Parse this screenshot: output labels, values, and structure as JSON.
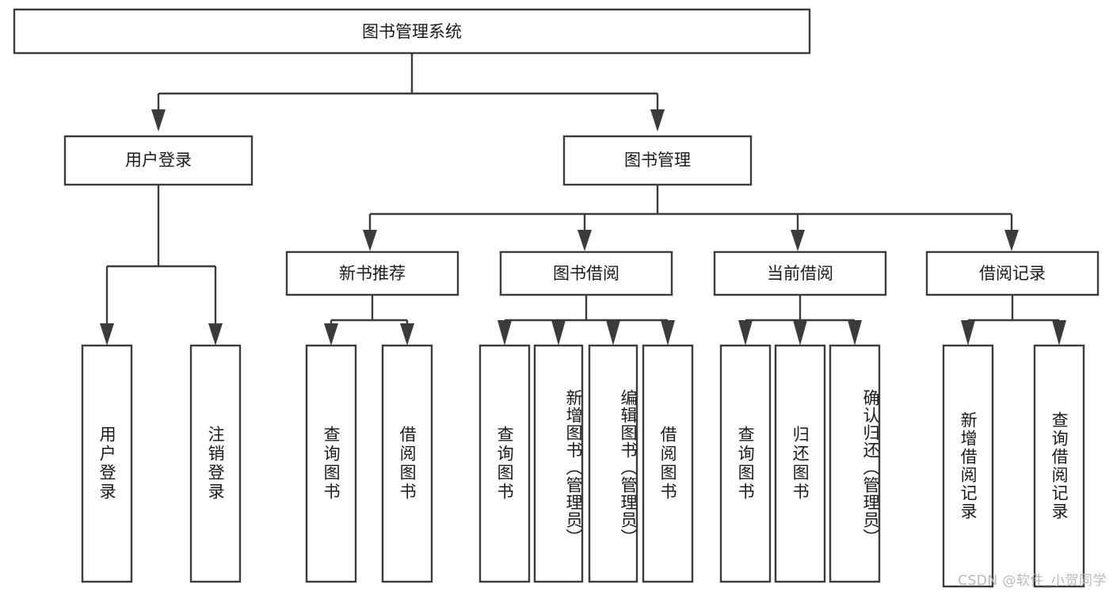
{
  "diagram": {
    "title": "图书管理系统",
    "type": "tree-hierarchy",
    "watermark": "CSDN @软件_小贺同学",
    "colors": {
      "background": "#ffffff",
      "stroke": "#3b3b3b",
      "box_fill": "#ffffff",
      "text": "#1a1a1a",
      "watermark": "#b9b9b9"
    },
    "root": {
      "id": "root",
      "label": "图书管理系统",
      "orientation": "horizontal"
    },
    "level2": [
      {
        "id": "user-login",
        "label": "用户登录",
        "orientation": "horizontal"
      },
      {
        "id": "book-management",
        "label": "图书管理",
        "orientation": "horizontal"
      }
    ],
    "level3": [
      {
        "id": "new-book-recommend",
        "label": "新书推荐",
        "parent": "book-management",
        "orientation": "horizontal"
      },
      {
        "id": "book-borrow",
        "label": "图书借阅",
        "parent": "book-management",
        "orientation": "horizontal"
      },
      {
        "id": "current-borrow",
        "label": "当前借阅",
        "parent": "book-management",
        "orientation": "horizontal"
      },
      {
        "id": "borrow-record",
        "label": "借阅记录",
        "parent": "book-management",
        "orientation": "horizontal"
      }
    ],
    "leaves": [
      {
        "id": "leaf-user-login",
        "label": "用户登录",
        "parent": "user-login",
        "orientation": "vertical"
      },
      {
        "id": "leaf-logout-login",
        "label": "注销登录",
        "parent": "user-login",
        "orientation": "vertical"
      },
      {
        "id": "leaf-query-book-1",
        "label": "查询图书",
        "parent": "new-book-recommend",
        "orientation": "vertical"
      },
      {
        "id": "leaf-borrow-book-1",
        "label": "借阅图书",
        "parent": "new-book-recommend",
        "orientation": "vertical"
      },
      {
        "id": "leaf-query-book-2",
        "label": "查询图书",
        "parent": "book-borrow",
        "orientation": "vertical"
      },
      {
        "id": "leaf-add-book-admin",
        "label": "新增图书（管理员）",
        "parent": "book-borrow",
        "orientation": "vertical"
      },
      {
        "id": "leaf-edit-book-admin",
        "label": "编辑图书（管理员）",
        "parent": "book-borrow",
        "orientation": "vertical"
      },
      {
        "id": "leaf-borrow-book-2",
        "label": "借阅图书",
        "parent": "book-borrow",
        "orientation": "vertical"
      },
      {
        "id": "leaf-query-book-3",
        "label": "查询图书",
        "parent": "current-borrow",
        "orientation": "vertical"
      },
      {
        "id": "leaf-return-book",
        "label": "归还图书",
        "parent": "current-borrow",
        "orientation": "vertical"
      },
      {
        "id": "leaf-confirm-return-admin",
        "label": "确认归还（管理员）",
        "parent": "current-borrow",
        "orientation": "vertical"
      },
      {
        "id": "leaf-add-borrow-record",
        "label": "新增借阅记录",
        "parent": "borrow-record",
        "orientation": "vertical"
      },
      {
        "id": "leaf-query-borrow-record",
        "label": "查询借阅记录",
        "parent": "borrow-record",
        "orientation": "vertical"
      }
    ]
  }
}
